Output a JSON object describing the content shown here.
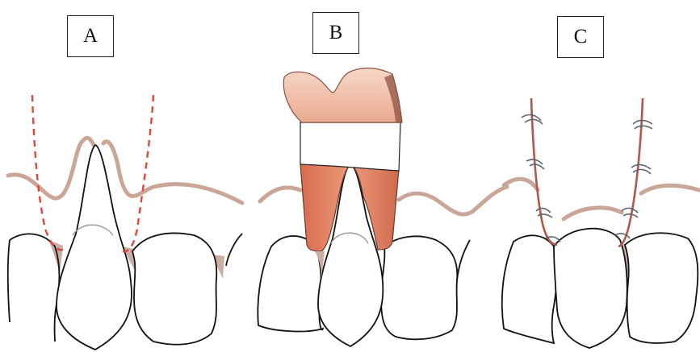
{
  "panels": [
    {
      "id": "A",
      "label": "A"
    },
    {
      "id": "B",
      "label": "B"
    },
    {
      "id": "C",
      "label": "C"
    }
  ],
  "colors": {
    "tooth_outline": "#111111",
    "gingiva_line": "#c9a697",
    "gingiva_fill": "#c8aea3",
    "incision_dashed": "#e0463a",
    "crown_fill_dark": "#e07a5a",
    "crown_fill_light": "#f3c9b4",
    "suture_thread": "#b0584a",
    "suture_knot": "#5a6470",
    "bone_crest": "#9a9a9a"
  }
}
